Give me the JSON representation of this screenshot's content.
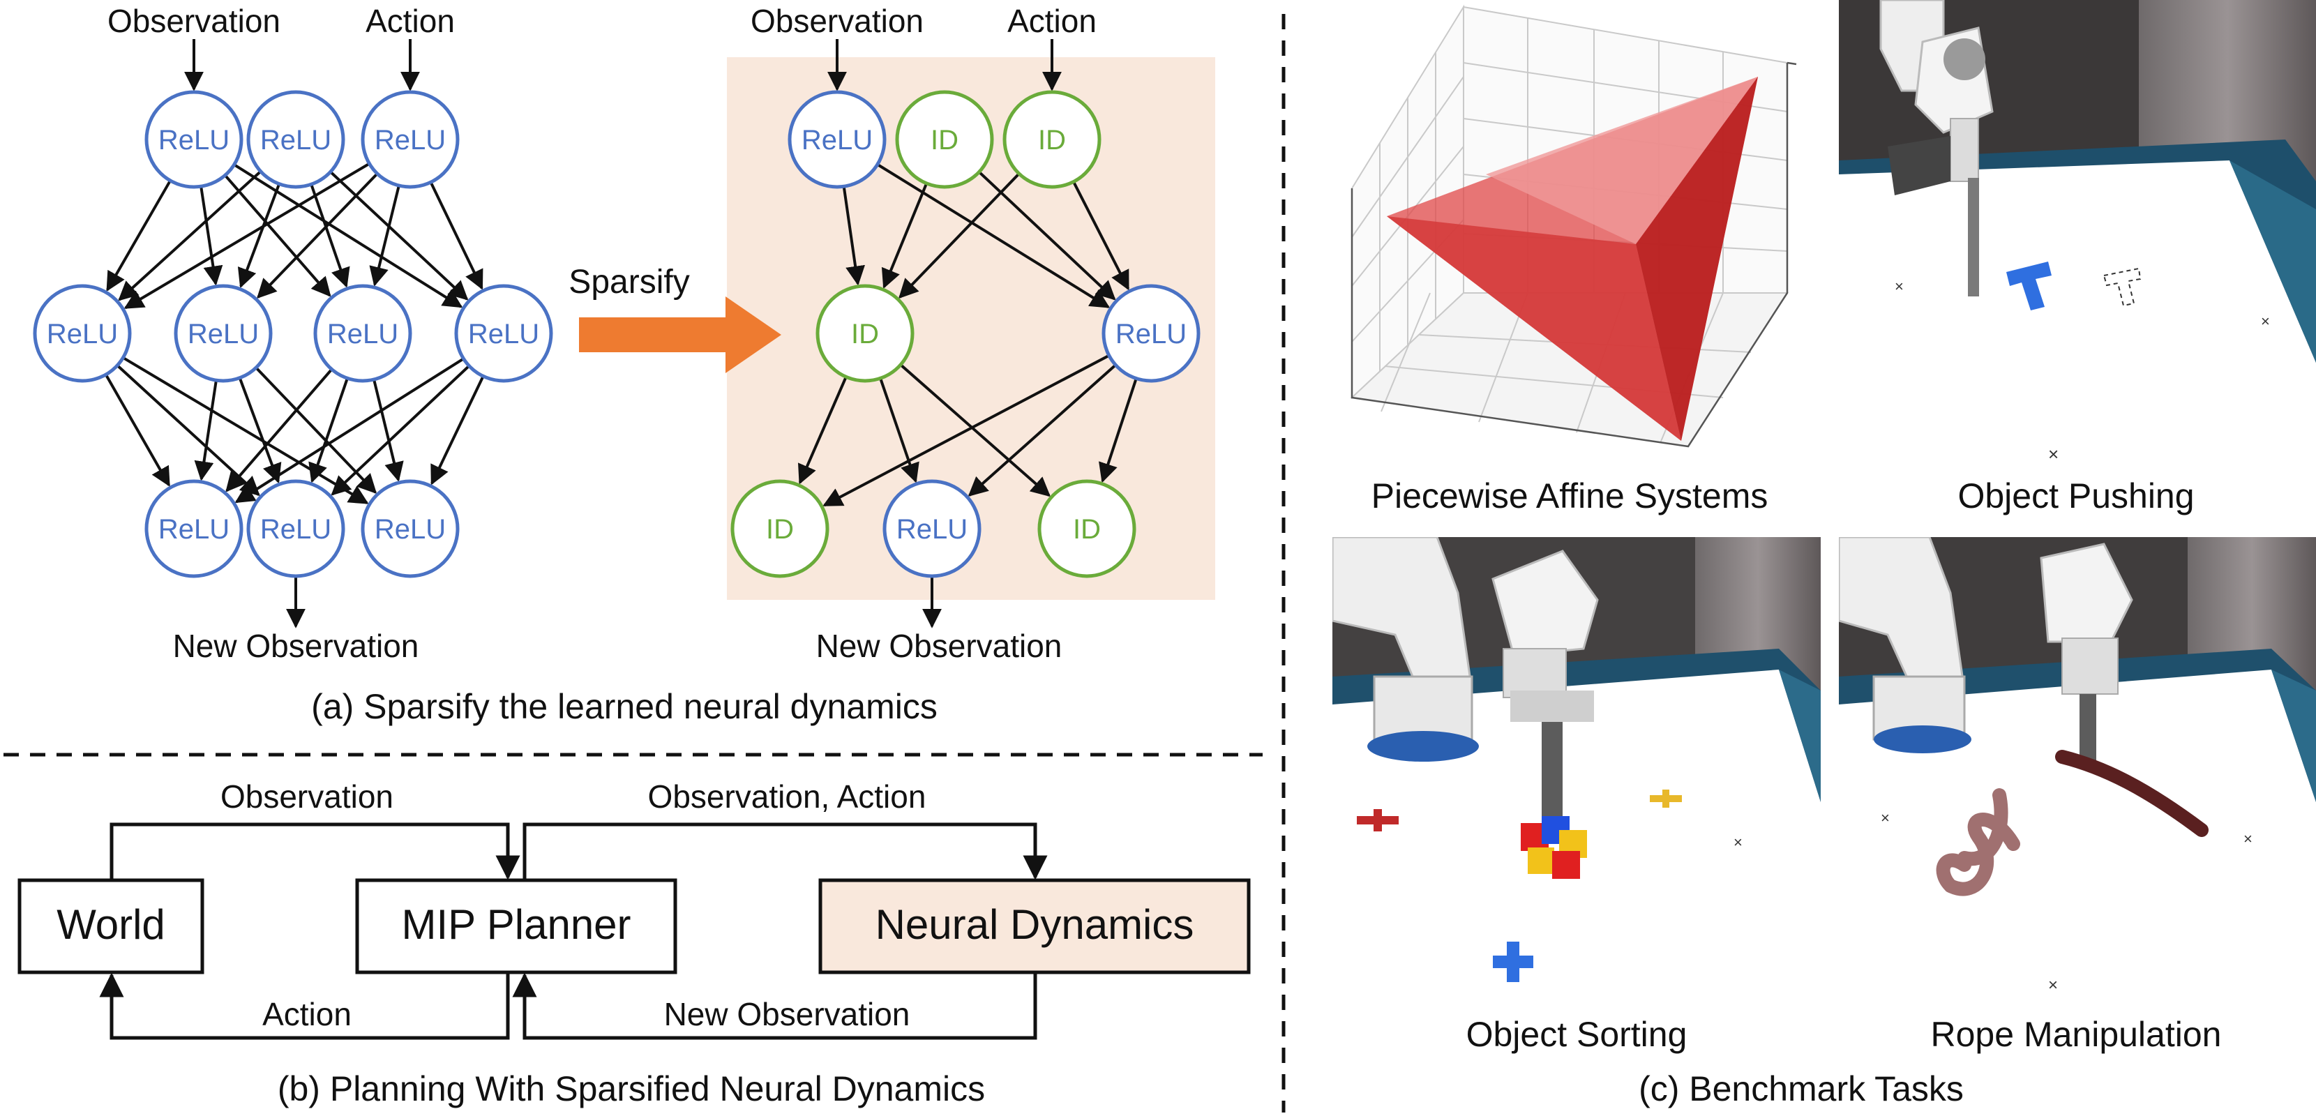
{
  "panel_a": {
    "caption": "(a) Sparsify the learned neural dynamics",
    "left_net": {
      "input_obs": "Observation",
      "input_act": "Action",
      "output": "New Observation",
      "layers": [
        [
          "ReLU",
          "ReLU",
          "ReLU"
        ],
        [
          "ReLU",
          "ReLU",
          "ReLU",
          "ReLU"
        ],
        [
          "ReLU",
          "ReLU",
          "ReLU"
        ]
      ]
    },
    "sparsify_label": "Sparsify",
    "right_net": {
      "input_obs": "Observation",
      "input_act": "Action",
      "output": "New Observation",
      "layers": [
        [
          "ReLU",
          "ID",
          "ID"
        ],
        [
          "ID",
          "ReLU"
        ],
        [
          "ID",
          "ReLU",
          "ID"
        ]
      ]
    }
  },
  "panel_b": {
    "caption": "(b) Planning With Sparsified Neural Dynamics",
    "boxes": {
      "world": "World",
      "planner": "MIP Planner",
      "dynamics": "Neural Dynamics"
    },
    "edges": {
      "world_to_planner": "Observation",
      "planner_to_dynamics": "Observation, Action",
      "planner_to_world": "Action",
      "dynamics_to_planner": "New Observation"
    }
  },
  "panel_c": {
    "caption": "(c) Benchmark Tasks",
    "tiles": [
      {
        "label": "Piecewise Affine Systems",
        "image": "3d-red-pyramid-plot"
      },
      {
        "label": "Object Pushing",
        "image": "robot-arm-pushing-t-block"
      },
      {
        "label": "Object Sorting",
        "image": "robot-arm-sorting-colored-blocks"
      },
      {
        "label": "Rope Manipulation",
        "image": "robot-arm-manipulating-rope"
      }
    ]
  },
  "colors": {
    "relu": "#4a72c4",
    "id": "#6aab3a",
    "highlight_bg": "#f9e8dc",
    "sparsify_arrow": "#ee7b30"
  }
}
